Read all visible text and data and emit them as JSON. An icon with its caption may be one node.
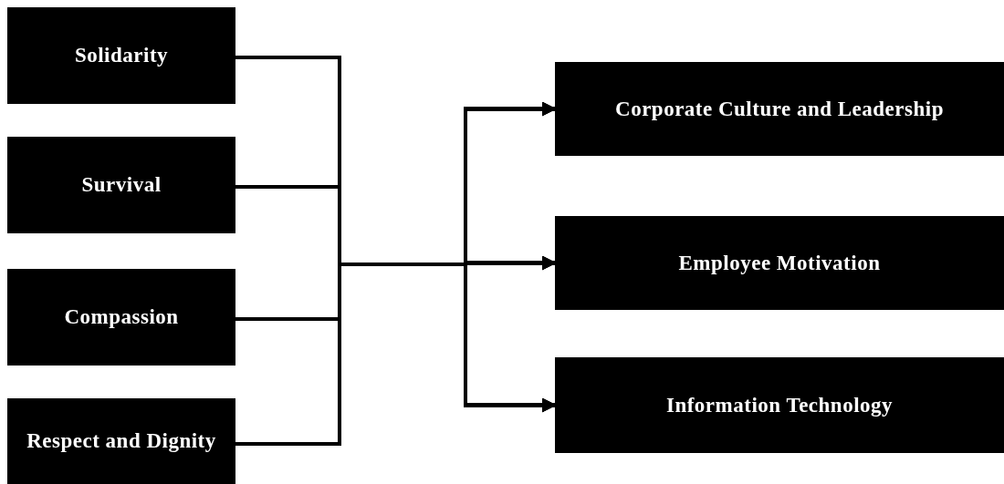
{
  "diagram": {
    "nodes": [
      {
        "text": [
          "Solidarity"
        ]
      },
      {
        "text": [
          "Survival"
        ]
      },
      {
        "text": [
          "Compassion"
        ]
      },
      {
        "text": [
          "Respect and Dignity"
        ]
      },
      {
        "text": [
          "Corporate Culture and Leadership"
        ]
      },
      {
        "text": [
          "Employee Motivation"
        ]
      },
      {
        "text": [
          "Information Technology"
        ]
      }
    ],
    "edges": [
      {
        "from": 0,
        "to": 4,
        "arrow": "to"
      },
      {
        "from": 0,
        "to": 5,
        "arrow": "to"
      },
      {
        "from": 0,
        "to": 6,
        "arrow": "to"
      },
      {
        "from": 1,
        "to": 4,
        "arrow": "to"
      },
      {
        "from": 1,
        "to": 5,
        "arrow": "to"
      },
      {
        "from": 1,
        "to": 6,
        "arrow": "to"
      },
      {
        "from": 2,
        "to": 4,
        "arrow": "to"
      },
      {
        "from": 2,
        "to": 5,
        "arrow": "to"
      },
      {
        "from": 2,
        "to": 6,
        "arrow": "to"
      },
      {
        "from": 3,
        "to": 4,
        "arrow": "to"
      },
      {
        "from": 3,
        "to": 5,
        "arrow": "to"
      },
      {
        "from": 3,
        "to": 6,
        "arrow": "to"
      }
    ]
  }
}
